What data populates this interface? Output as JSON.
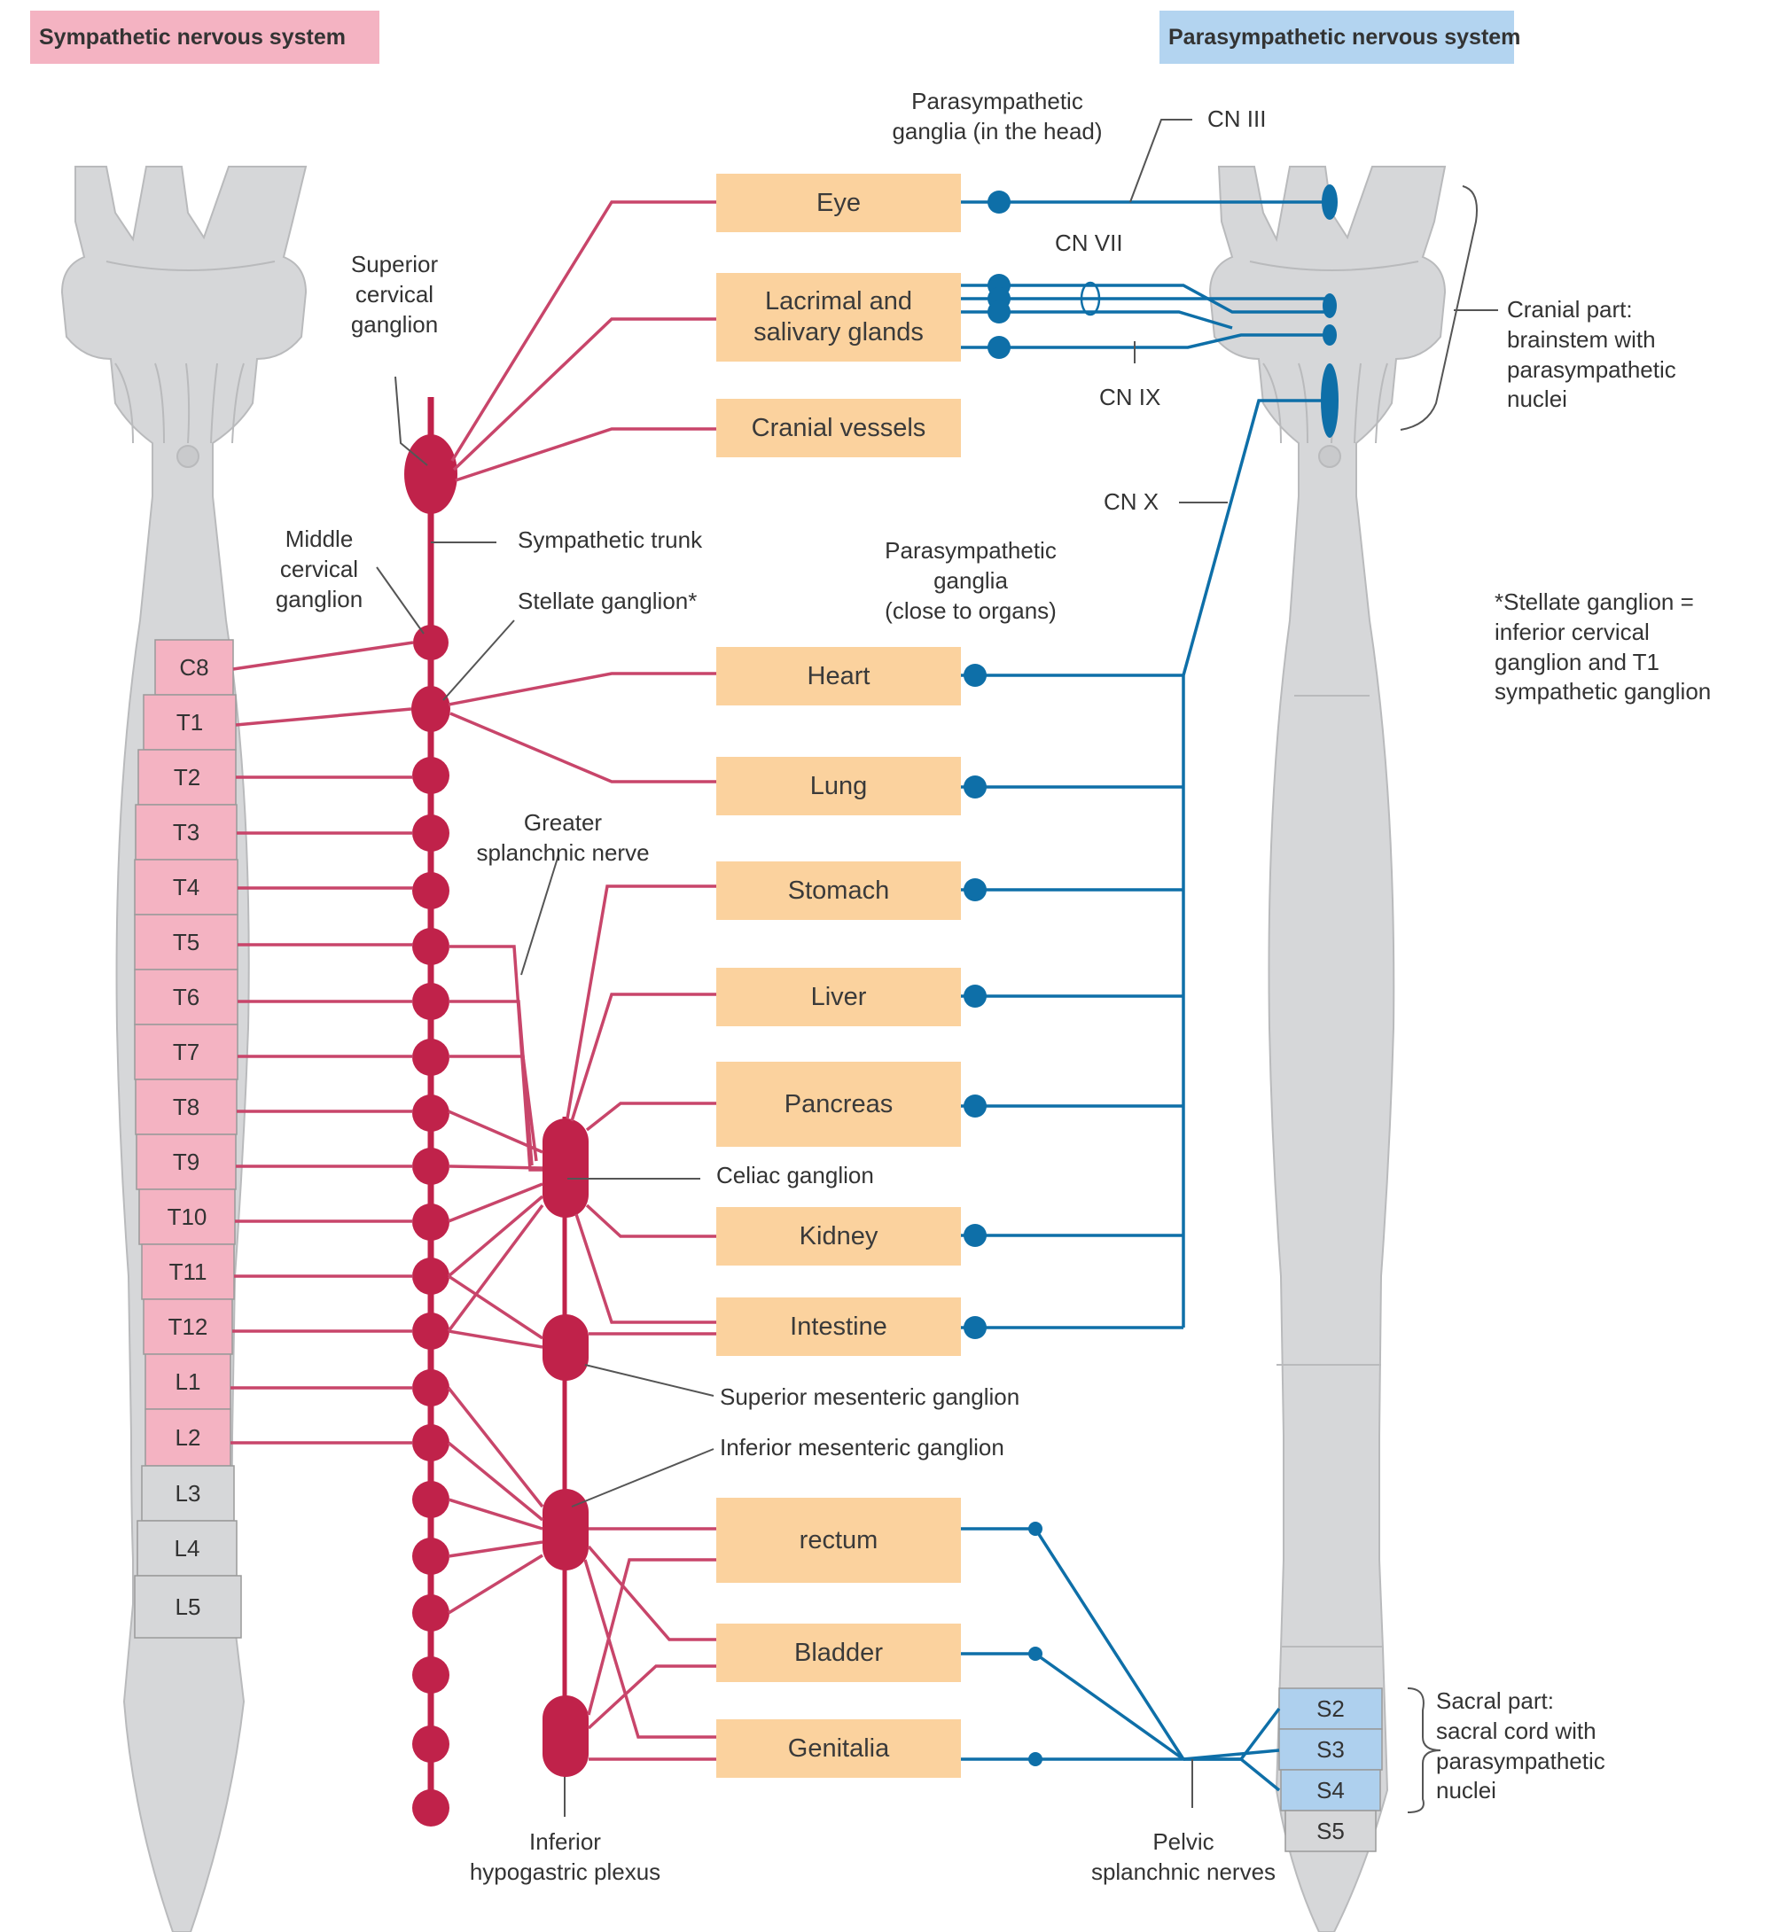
{
  "headers": {
    "sympathetic": "Sympathetic nervous system",
    "parasympathetic": "Parasympathetic nervous system"
  },
  "organs": {
    "eye": "Eye",
    "lacrimal_1": "Lacrimal and",
    "lacrimal_2": "salivary glands",
    "cranial_vessels": "Cranial vessels",
    "heart": "Heart",
    "lung": "Lung",
    "stomach": "Stomach",
    "liver": "Liver",
    "pancreas": "Pancreas",
    "kidney": "Kidney",
    "intestine": "Intestine",
    "rectum": "rectum",
    "bladder": "Bladder",
    "genitalia": "Genitalia"
  },
  "segments": {
    "C8": "C8",
    "T1": "T1",
    "T2": "T2",
    "T3": "T3",
    "T4": "T4",
    "T5": "T5",
    "T6": "T6",
    "T7": "T7",
    "T8": "T8",
    "T9": "T9",
    "T10": "T10",
    "T11": "T11",
    "T12": "T12",
    "L1": "L1",
    "L2": "L2",
    "L3": "L3",
    "L4": "L4",
    "L5": "L5",
    "S2": "S2",
    "S3": "S3",
    "S4": "S4",
    "S5": "S5"
  },
  "labels": {
    "superior_cervical_1": "Superior",
    "superior_cervical_2": "cervical",
    "superior_cervical_3": "ganglion",
    "middle_cervical_1": "Middle",
    "middle_cervical_2": "cervical",
    "middle_cervical_3": "ganglion",
    "sympathetic_trunk": "Sympathetic trunk",
    "stellate_ganglion": "Stellate ganglion*",
    "greater_splanchnic_1": "Greater",
    "greater_splanchnic_2": "splanchnic nerve",
    "celiac_ganglion": "Celiac ganglion",
    "superior_mesenteric": "Superior mesenteric ganglion",
    "inferior_mesenteric": "Inferior mesenteric ganglion",
    "inferior_hypogastric_1": "Inferior",
    "inferior_hypogastric_2": "hypogastric plexus",
    "para_ganglia_head_1": "Parasympathetic",
    "para_ganglia_head_2": "ganglia (in the head)",
    "para_ganglia_organs_1": "Parasympathetic",
    "para_ganglia_organs_2": "ganglia",
    "para_ganglia_organs_3": "(close to organs)",
    "cn_iii": "CN III",
    "cn_vii": "CN VII",
    "cn_ix": "CN IX",
    "cn_x": "CN X",
    "cranial_part_1": "Cranial part:",
    "cranial_part_2": "brainstem with",
    "cranial_part_3": "parasympathetic",
    "cranial_part_4": "nuclei",
    "stellate_note_1": "*Stellate ganglion =",
    "stellate_note_2": "inferior cervical",
    "stellate_note_3": "ganglion and T1",
    "stellate_note_4": "sympathetic ganglion",
    "sacral_part_1": "Sacral part:",
    "sacral_part_2": "sacral cord with",
    "sacral_part_3": "parasympathetic",
    "sacral_part_4": "nuclei",
    "pelvic_splanchnic_1": "Pelvic",
    "pelvic_splanchnic_2": "splanchnic nerves"
  },
  "colors": {
    "sympathetic": "#c0224a",
    "sympathetic_line": "#c8456a",
    "parasympathetic": "#0e6fa8",
    "spinal_cord": "#d6d7d9",
    "sympathetic_segment": "#f4b3c2",
    "parasympathetic_segment": "#aed0ee",
    "organ_box": "#fbd29e"
  }
}
